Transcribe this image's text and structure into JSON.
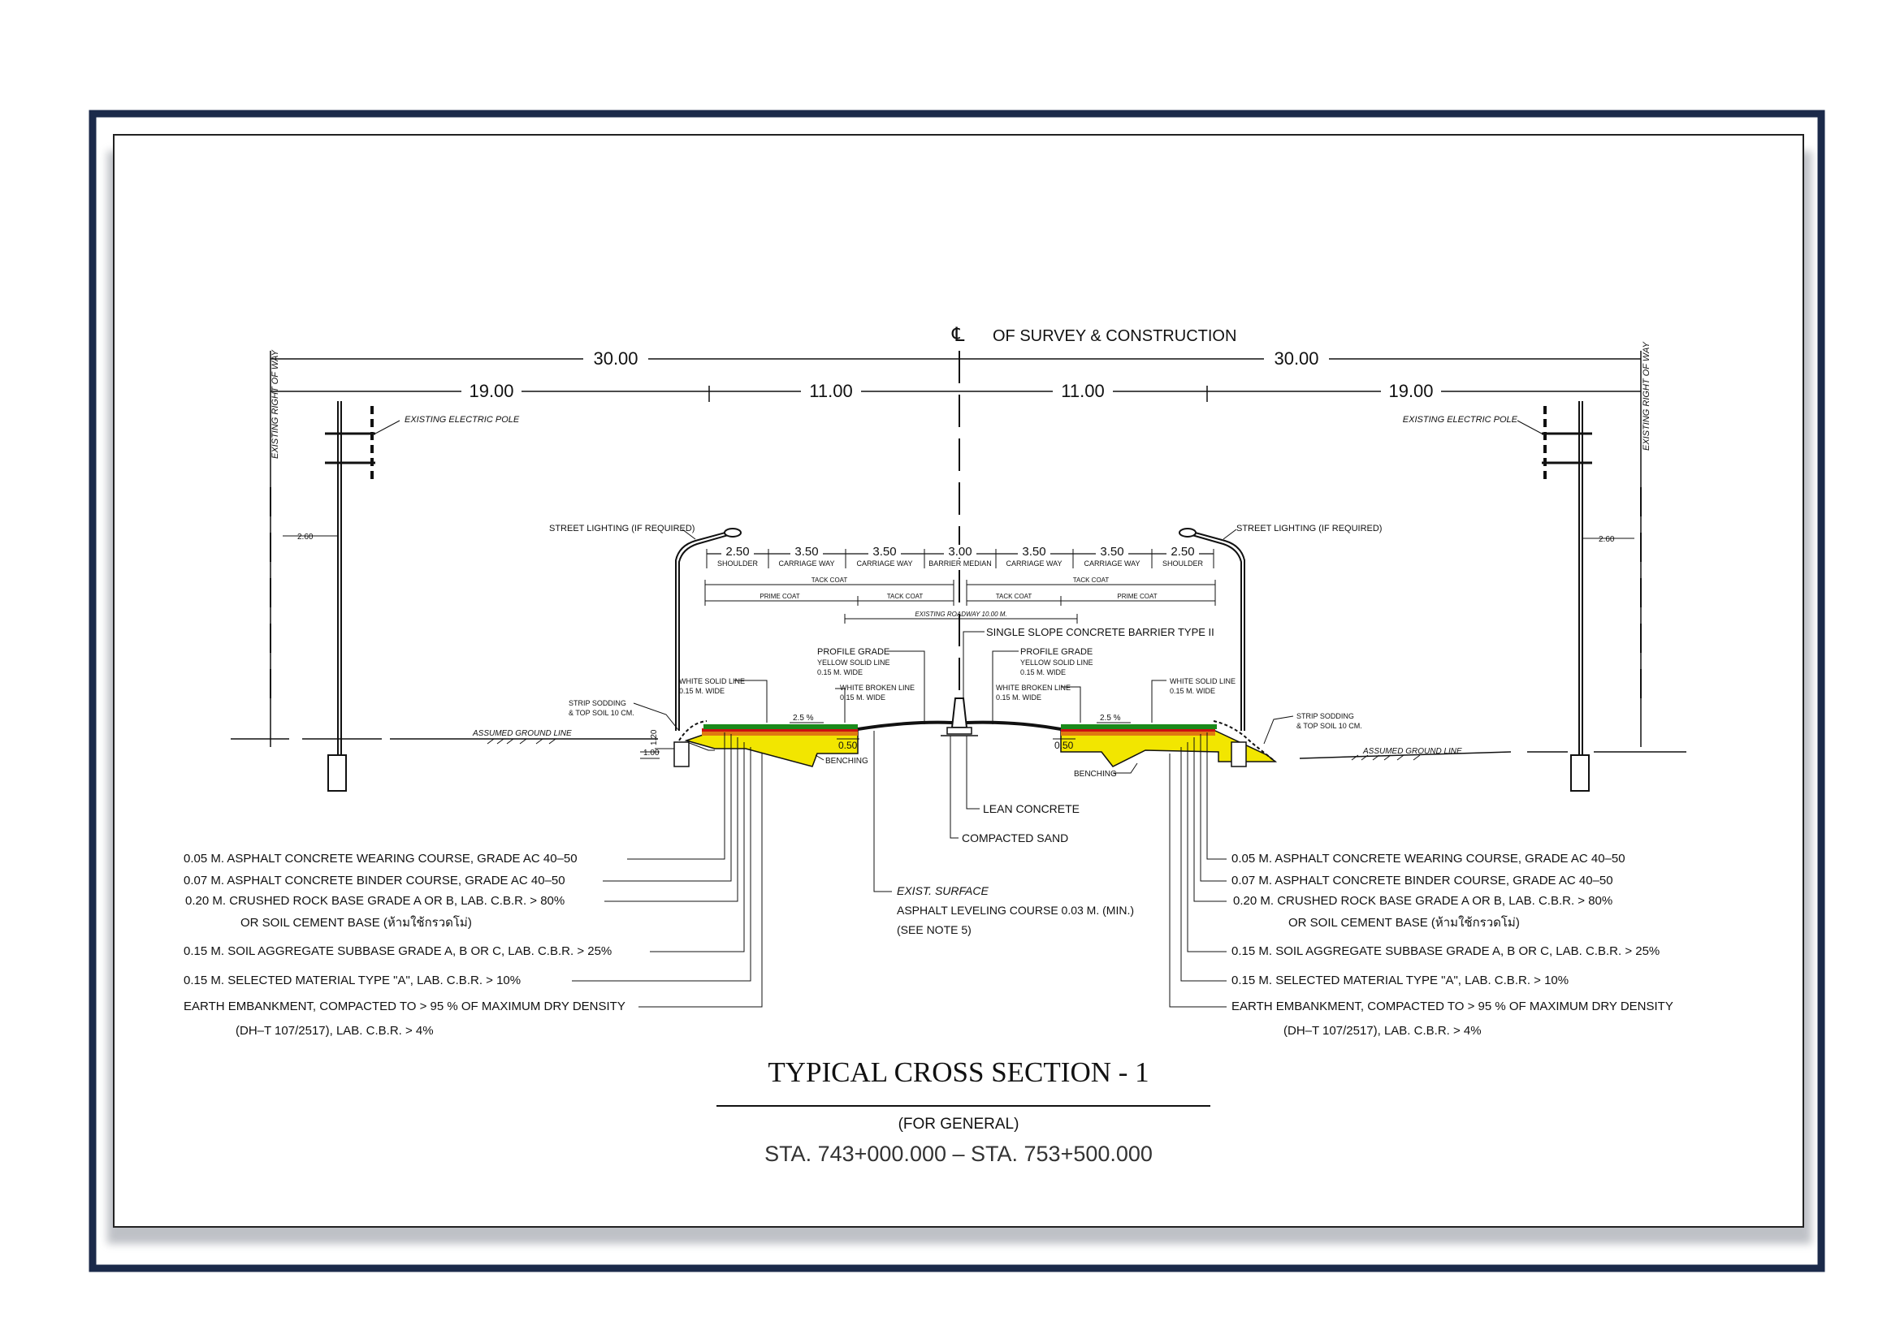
{
  "header": {
    "centerline": "OF SURVEY & CONSTRUCTION",
    "cl_symbol": "℄",
    "dim_30_left": "30.00",
    "dim_30_right": "30.00",
    "dim_19_left": "19.00",
    "dim_11_left": "11.00",
    "dim_11_right": "11.00",
    "dim_19_right": "19.00",
    "row_left": "EXISTING RIGHT OF WAY",
    "row_right": "EXISTING RIGHT OF WAY"
  },
  "poles": {
    "left_label": "EXISTING ELECTRIC POLE",
    "right_label": "EXISTING ELECTRIC POLE",
    "left_offset": "2.60",
    "right_offset": "2.60"
  },
  "lanes": {
    "widths": [
      "2.50",
      "3.50",
      "3.50",
      "3.00",
      "3.50",
      "3.50",
      "2.50"
    ],
    "names": [
      "SHOULDER",
      "CARRIAGE WAY",
      "CARRIAGE WAY",
      "BARRIER MEDIAN",
      "CARRIAGE WAY",
      "CARRIAGE WAY",
      "SHOULDER"
    ],
    "tack_coat_left": "TACK COAT",
    "tack_coat_right": "TACK COAT",
    "prime_coat_left": "PRIME COAT",
    "tack_inner_left": "TACK COAT",
    "tack_inner_right": "TACK COAT",
    "prime_coat_right": "PRIME COAT",
    "existing_roadway": "EXISTING ROADWAY 10.00 M."
  },
  "labels": {
    "street_light_left": "STREET LIGHTING (IF REQUIRED)",
    "street_light_right": "STREET LIGHTING (IF REQUIRED)",
    "barrier": "SINGLE SLOPE CONCRETE BARRIER TYPE II",
    "profile_left": "PROFILE GRADE",
    "yellow_left_1": "YELLOW SOLID LINE",
    "yellow_left_2": "0.15 M. WIDE",
    "profile_right": "PROFILE GRADE",
    "yellow_right_1": "YELLOW SOLID LINE",
    "yellow_right_2": "0.15 M. WIDE",
    "white_solid_left_1": "WHITE SOLID LINE",
    "white_solid_left_2": "0.15 M. WIDE",
    "white_solid_right_1": "WHITE SOLID LINE",
    "white_solid_right_2": "0.15 M. WIDE",
    "white_broken_left_1": "WHITE BROKEN LINE",
    "white_broken_left_2": "0.15 M. WIDE",
    "white_broken_right_1": "WHITE BROKEN LINE",
    "white_broken_right_2": "0.15 M. WIDE",
    "strip_left_1": "STRIP SODDING",
    "strip_left_2": "& TOP SOIL 10 CM.",
    "strip_right_1": "STRIP SODDING",
    "strip_right_2": "& TOP SOIL 10 CM.",
    "ground_left": "ASSUMED GROUND LINE",
    "ground_right": "ASSUMED GROUND LINE",
    "slope_left": "2.5 %",
    "slope_right": "2.5 %",
    "dim_050_left": "0.50",
    "dim_050_right": "0.50",
    "benching_left": "BENCHING",
    "benching_right": "BENCHING",
    "h_120": "1.20",
    "w_100": "1.00",
    "lean_concrete": "LEAN CONCRETE",
    "compacted_sand": "COMPACTED SAND",
    "exist_surface": "EXIST. SURFACE",
    "leveling": "ASPHALT LEVELING COURSE 0.03 M. (MIN.)",
    "see_note": "(SEE NOTE 5)"
  },
  "layers": [
    "0.05  M.  ASPHALT  CONCRETE  WEARING  COURSE,  GRADE  AC  40–50",
    "0.07  M.  ASPHALT  CONCRETE  BINDER  COURSE,  GRADE  AC  40–50",
    "0.20  M.  CRUSHED  ROCK  BASE  GRADE  A  OR  B,  LAB.  C.B.R.  >  80%",
    "OR  SOIL  CEMENT  BASE    (ห้ามใช้กรวดโม่)",
    "0.15  M.  SOIL  AGGREGATE  SUBBASE  GRADE  A,  B  OR  C,  LAB.  C.B.R.  >  25%",
    "0.15  M.  SELECTED  MATERIAL  TYPE  \"A\",  LAB.  C.B.R.  >  10%",
    "EARTH  EMBANKMENT,  COMPACTED  TO  >  95  %  OF  MAXIMUM  DRY  DENSITY",
    "(DH–T  107/2517),  LAB.  C.B.R.  >  4%"
  ],
  "title": {
    "main": "TYPICAL CROSS SECTION - 1",
    "sub": "(FOR GENERAL)",
    "station": "STA.  743+000.000  –  STA.  753+500.000"
  },
  "colors": {
    "frame": "#1b2a4a",
    "wearing": "#1a8a1a",
    "binder": "#cc1111",
    "base": "#e07a10",
    "subbase": "#f2e600",
    "selected": "#fff27a",
    "line": "#111111"
  }
}
